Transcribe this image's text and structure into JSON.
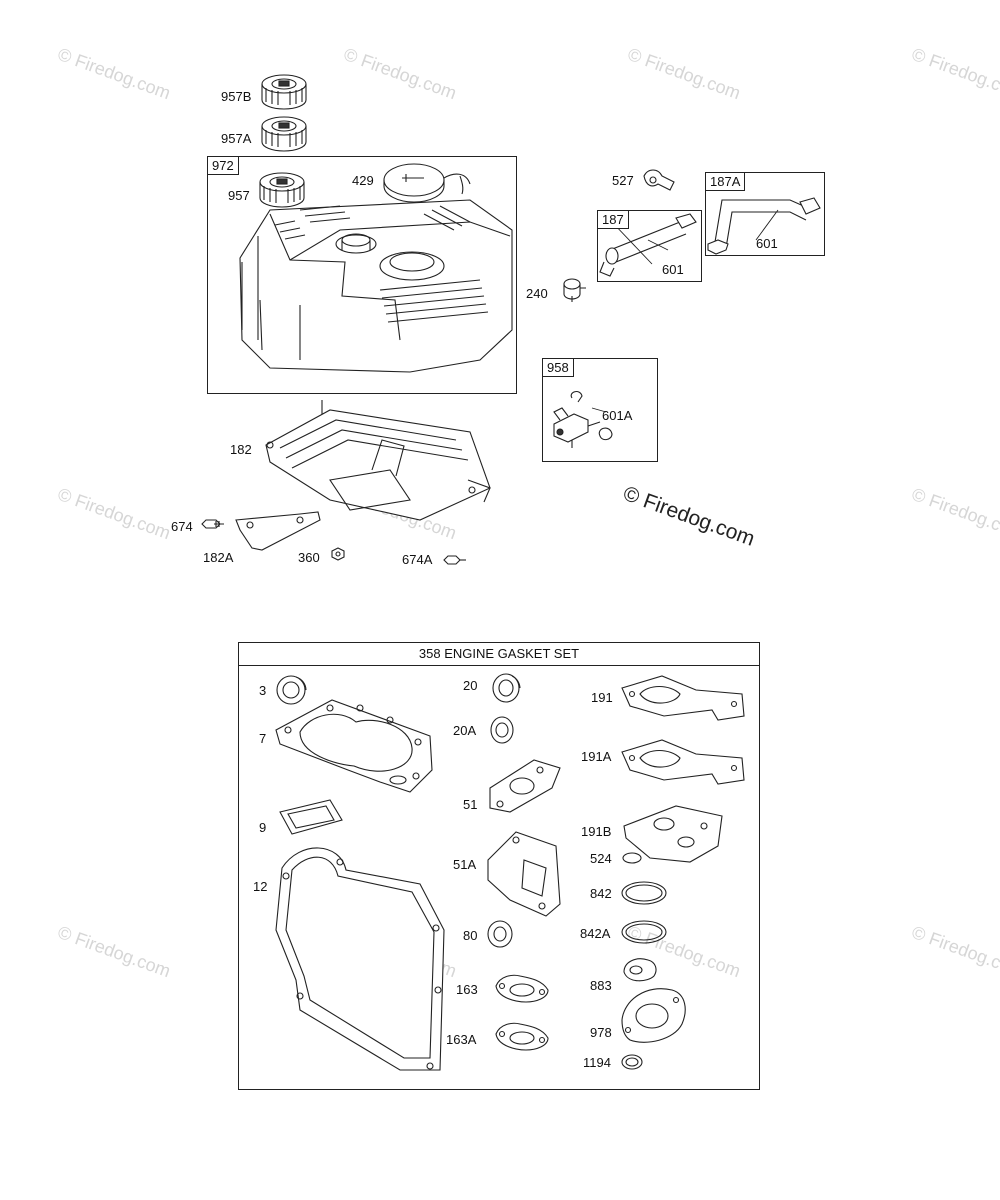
{
  "watermarks": {
    "tile_text": "© Firedog.com",
    "center_text": "© Firedog.com"
  },
  "upper_assembly": {
    "callouts": {
      "c957b": "957B",
      "c957a": "957A",
      "c957": "957",
      "c429": "429",
      "c182": "182",
      "c674": "674",
      "c182a": "182A",
      "c360": "360",
      "c674a": "674A",
      "c527": "527",
      "c240": "240",
      "c601_187": "601",
      "c601_187a": "601",
      "c601a": "601A"
    },
    "boxes": {
      "b972": "972",
      "b187": "187",
      "b187a": "187A",
      "b958": "958"
    }
  },
  "gasket_set": {
    "title": "358 ENGINE GASKET SET",
    "callouts": {
      "g3": "3",
      "g7": "7",
      "g9": "9",
      "g12": "12",
      "g20": "20",
      "g20a": "20A",
      "g51": "51",
      "g51a": "51A",
      "g80": "80",
      "g163": "163",
      "g163a": "163A",
      "g191": "191",
      "g191a": "191A",
      "g191b": "191B",
      "g524": "524",
      "g842": "842",
      "g842a": "842A",
      "g883": "883",
      "g978": "978",
      "g1194": "1194"
    }
  }
}
